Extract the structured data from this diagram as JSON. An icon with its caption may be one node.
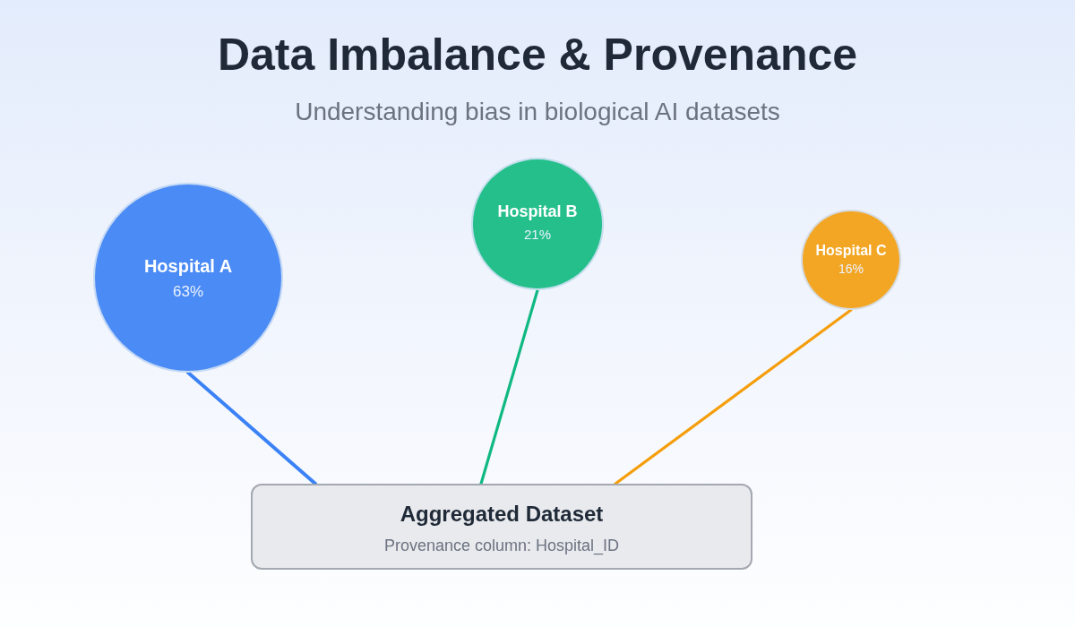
{
  "diagram": {
    "title": "Data Imbalance & Provenance",
    "nodes": [
      {
        "text": [
          "Hospital A",
          "63%"
        ]
      },
      {
        "text": [
          "Hospital B",
          "21%"
        ]
      },
      {
        "text": [
          "Hospital C",
          "16%"
        ]
      },
      {
        "text": [
          "Aggregated Dataset",
          "Provenance column: Hospital_ID"
        ]
      }
    ],
    "edges": [
      {
        "from": 0,
        "to": 3,
        "arrow": "none",
        "color": "#3b82f6"
      },
      {
        "from": 1,
        "to": 3,
        "arrow": "none",
        "color": "#10b981"
      },
      {
        "from": 2,
        "to": 3,
        "arrow": "none",
        "color": "#f59e0b"
      }
    ],
    "labels": [
      "Understanding bias in biological AI datasets"
    ]
  }
}
